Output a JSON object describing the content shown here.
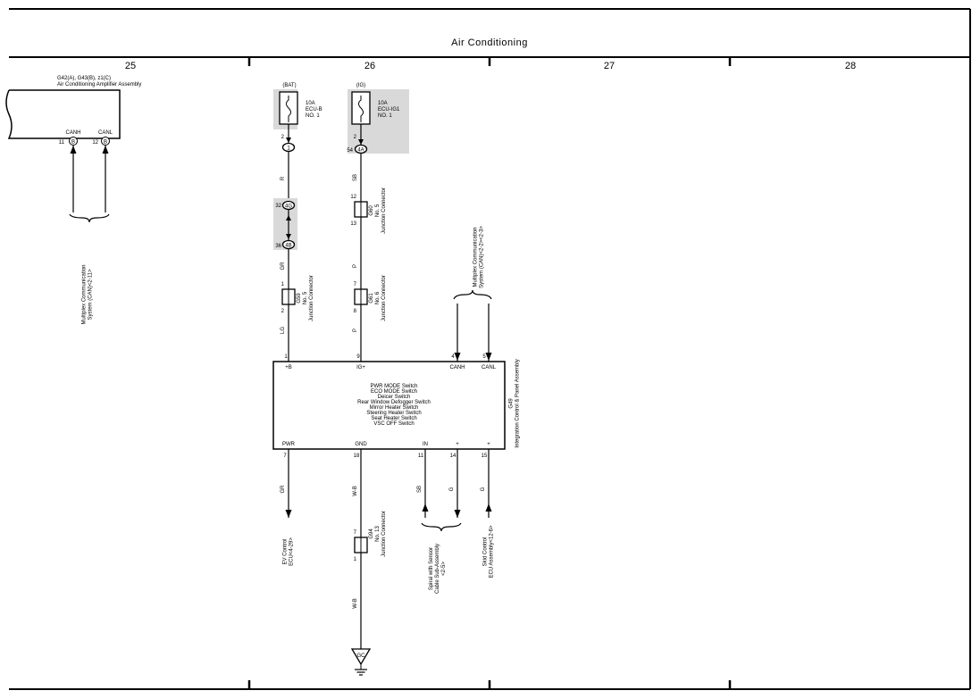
{
  "title": "Air Conditioning",
  "columns": [
    "25",
    "26",
    "27",
    "28"
  ],
  "amp": {
    "name": "G42(A), G43(B), z1(C)\nAir Conditioning Amplifier Assembly",
    "canh": "CANH",
    "canl": "CANL",
    "pin_canh": "11",
    "pin_canl": "12",
    "conn": "B",
    "note": "Multiplex Communication\nSystem (CAN)<2-11>"
  },
  "bat": {
    "source": "(BAT)",
    "fuse": "10A\nECU-B\nNO. 1",
    "pin": "2",
    "node": "1",
    "wire1": "R",
    "pin_a": "32",
    "conn_a": "4G",
    "pin_b": "36",
    "conn_b": "4B",
    "wire2": "GR",
    "jc_top": "1",
    "jc_bot": "2",
    "jc_label": "G59\nNo. 5\nJunction Connector",
    "wire3": "LG"
  },
  "ig": {
    "source": "(IG)",
    "fuse": "10A\nECU-IG1\nNO. 1",
    "pin": "2",
    "pin2": "54",
    "conn": "4A",
    "wire1": "SB",
    "jc1_top": "12",
    "jc1_bot": "13",
    "jc1_label": "G60\nNo. 5\nJunction Connector",
    "wire2": "P",
    "jc2_top": "7",
    "jc2_bot": "8",
    "jc2_label": "G61\nNo. 6\nJunction Connector",
    "wire3": "P"
  },
  "ecu": {
    "top_pins": [
      "1",
      "9",
      "4",
      "5"
    ],
    "top_labels": [
      "+B",
      "IG+",
      "CANH",
      "CANL"
    ],
    "bottom_pins": [
      "7",
      "18",
      "11",
      "14",
      "15"
    ],
    "bottom_labels": [
      "PWR",
      "GND",
      "IN",
      "+",
      "+"
    ],
    "switches": [
      "PWR MODE Switch",
      "ECO MODE Switch",
      "Deicer Switch",
      "Rear Window Defogger Switch",
      "Mirror Heater Switch",
      "Steering Heater Switch",
      "Seat Heater Switch",
      "VSC OFF Switch"
    ],
    "name": "G49\nIntegration Control & Panel Assembly",
    "can_note": "Multiplex Communication\nSystem (CAN)<2-2><2-3>"
  },
  "outputs": {
    "pwr_wire": "GR",
    "pwr_dest": "EV Control\nECU<4-29>",
    "gnd_wire1": "W-B",
    "jc_top": "7",
    "jc_bot": "1",
    "jc_label": "G94\nNo. 13\nJunction Connector",
    "gnd_wire2": "W-B",
    "ground": "GC",
    "in_wire": "SB",
    "plus_wire": "G",
    "spiral_dest": "Spiral with Sensor\nCable Sub-Assembly\n<2-5>",
    "skid_wire": "G",
    "skid_dest": "Skid Control\nECU Assembly<12-6>"
  }
}
